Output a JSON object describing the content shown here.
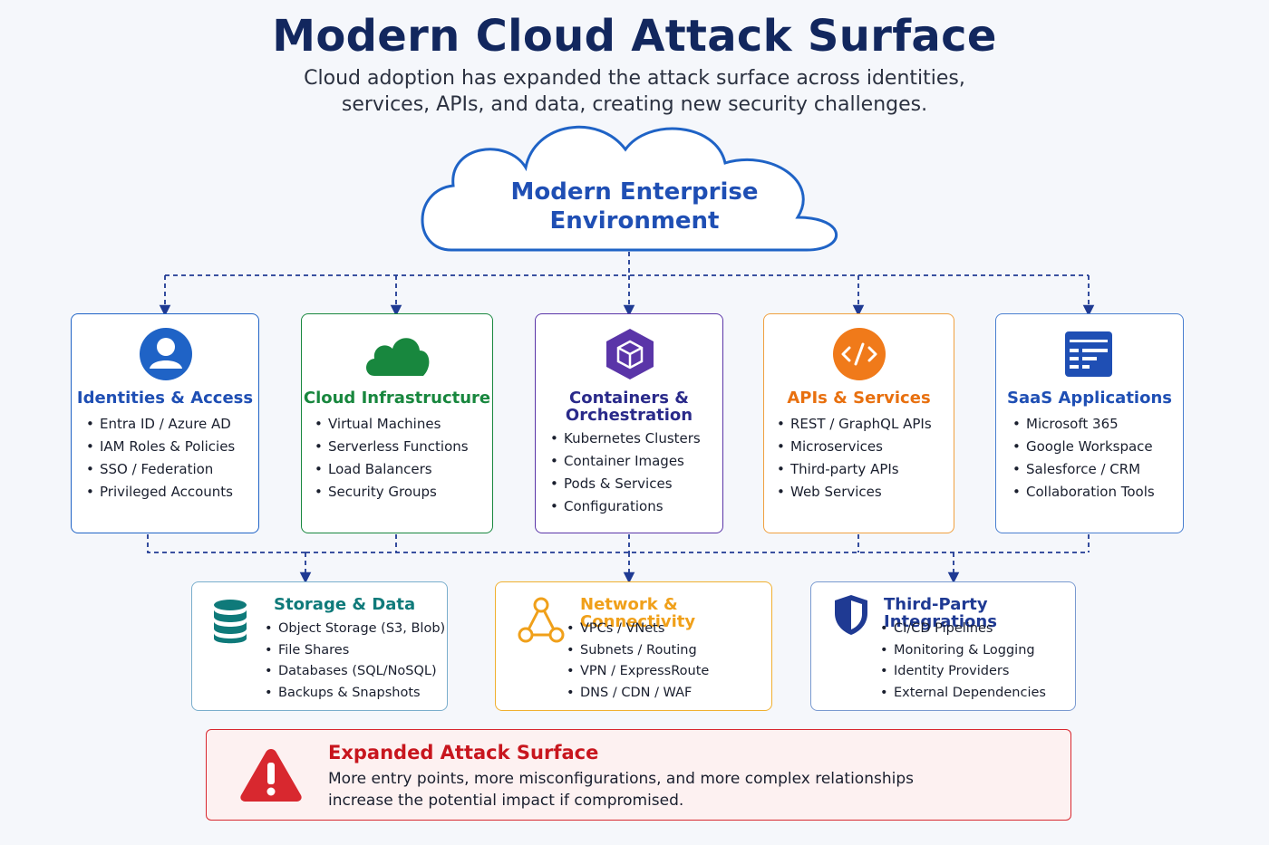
{
  "header": {
    "title": "Modern Cloud Attack Surface",
    "subtitle_line1": "Cloud adoption has expanded the attack surface across identities,",
    "subtitle_line2": "services, APIs, and data, creating new security challenges."
  },
  "cloud": {
    "line1": "Modern Enterprise",
    "line2": "Environment"
  },
  "colors": {
    "navy": "#12275e",
    "connector": "#1f3a93",
    "identities": "#1f63c6",
    "infrastructure": "#18873e",
    "containers": "#5a35a8",
    "apis": "#f07a1a",
    "saas": "#1f4fb4",
    "storage": "#0f7a7a",
    "network": "#f0a01a",
    "third_party": "#1f3a93",
    "alert": "#d8282f"
  },
  "top_cards": [
    {
      "title": "Identities & Access",
      "icon": "user-icon",
      "items": [
        "Entra ID / Azure AD",
        "IAM Roles & Policies",
        "SSO / Federation",
        "Privileged Accounts"
      ]
    },
    {
      "title": "Cloud Infrastructure",
      "icon": "cloud-icon",
      "items": [
        "Virtual Machines",
        "Serverless Functions",
        "Load Balancers",
        "Security Groups"
      ]
    },
    {
      "title_line1": "Containers &",
      "title_line2": "Orchestration",
      "icon": "container-cube-icon",
      "items": [
        "Kubernetes Clusters",
        "Container Images",
        "Pods & Services",
        "Configurations"
      ]
    },
    {
      "title": "APIs & Services",
      "icon": "code-icon",
      "items": [
        "REST / GraphQL APIs",
        "Microservices",
        "Third-party APIs",
        "Web Services"
      ]
    },
    {
      "title": "SaaS Applications",
      "icon": "app-window-icon",
      "items": [
        "Microsoft 365",
        "Google Workspace",
        "Salesforce / CRM",
        "Collaboration Tools"
      ]
    }
  ],
  "bottom_cards": [
    {
      "title": "Storage & Data",
      "icon": "database-icon",
      "items": [
        "Object Storage (S3, Blob)",
        "File Shares",
        "Databases (SQL/NoSQL)",
        "Backups & Snapshots"
      ]
    },
    {
      "title": "Network & Connectivity",
      "icon": "network-icon",
      "items": [
        "VPCs / VNets",
        "Subnets / Routing",
        "VPN / ExpressRoute",
        "DNS / CDN / WAF"
      ]
    },
    {
      "title": "Third-Party Integrations",
      "icon": "shield-icon",
      "items": [
        "CI/CD Pipelines",
        "Monitoring & Logging",
        "Identity Providers",
        "External Dependencies"
      ]
    }
  ],
  "alert": {
    "icon": "warning-icon",
    "title": "Expanded Attack Surface",
    "body_line1": "More entry points, more misconfigurations, and more complex relationships",
    "body_line2": "increase the potential impact if compromised."
  }
}
